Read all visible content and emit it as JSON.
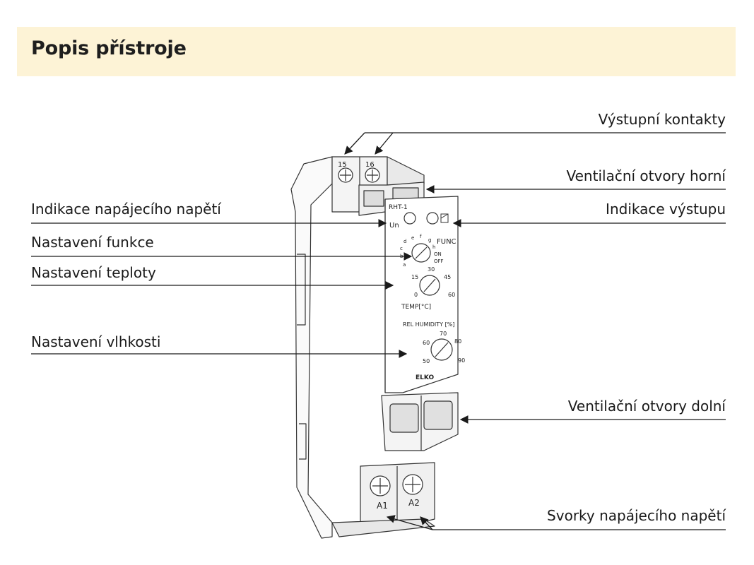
{
  "title": "Popis přístroje",
  "callouts": {
    "output_contacts": "Výstupní kontakty",
    "vents_top": "Ventilační otvory horní",
    "supply_indication": "Indikace napájecího napětí",
    "output_indication": "Indikace výstupu",
    "function_setting": "Nastavení funkce",
    "temperature_setting": "Nastavení teploty",
    "humidity_setting": "Nastavení vlhkosti",
    "vents_bottom": "Ventilační otvory dolní",
    "supply_terminals": "Svorky napájecího napětí"
  },
  "device": {
    "model": "RHT-1",
    "brand": "ELKO",
    "terminal_top_left": "15",
    "terminal_top_right": "16",
    "terminal_bottom_left": "A1",
    "terminal_bottom_right": "A2",
    "led_un": "Un",
    "func_label": "FUNC",
    "func_scale": [
      "a",
      "b",
      "c",
      "d",
      "e",
      "f",
      "g",
      "h",
      "ON",
      "OFF"
    ],
    "temp_label": "TEMP[°C]",
    "temp_scale": [
      "0",
      "15",
      "30",
      "45",
      "60"
    ],
    "humidity_label": "REL HUMIDITY [%]",
    "humidity_scale": [
      "50",
      "60",
      "70",
      "80",
      "90"
    ]
  },
  "colors": {
    "header_background": "#fdf3d6",
    "line": "#1a1a1a",
    "device_stroke": "#333333"
  }
}
